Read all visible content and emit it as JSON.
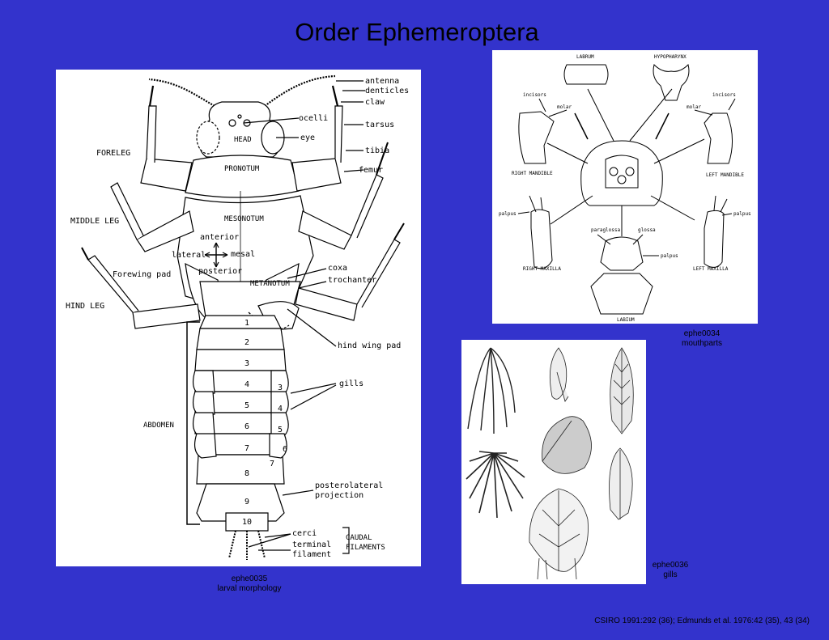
{
  "slide": {
    "title": "Order Ephemeroptera",
    "credit": "CSIRO 1991:292 (36); Edmunds et al. 1976:42 (35), 43 (34)",
    "background_color": "#3333cc"
  },
  "figures": {
    "larva": {
      "caption_id": "ephe0035",
      "caption_text": "larval morphology",
      "labels": {
        "antenna": "antenna",
        "denticles": "denticles",
        "claw": "claw",
        "ocelli": "ocelli",
        "eye": "eye",
        "tarsus": "tarsus",
        "tibia": "tibia",
        "femur": "femur",
        "foreleg": "FORELEG",
        "head": "HEAD",
        "pronotum": "PRONOTUM",
        "middle_leg": "MIDDLE LEG",
        "mesonotum": "MESONOTUM",
        "anterior": "anterior",
        "lateral": "lateral",
        "mesal": "mesal",
        "posterior": "posterior",
        "forewing_pad": "Forewing pad",
        "metanotum": "METANOTUM",
        "coxa": "coxa",
        "trochanter": "trochanter",
        "hind_leg": "HIND LEG",
        "hind_wing_pad": "hind wing pad",
        "gills": "gills",
        "abdomen": "ABDOMEN",
        "posterolateral_1": "posterolateral",
        "posterolateral_2": "projection",
        "cerci": "cerci",
        "terminal_1": "terminal",
        "terminal_2": "filament",
        "caudal_1": "CAUDAL",
        "caudal_2": "FILAMENTS"
      },
      "segments": [
        "1",
        "2",
        "3",
        "4",
        "5",
        "6",
        "7",
        "8",
        "9",
        "10"
      ],
      "gill_numbers": [
        "3",
        "4",
        "5",
        "6",
        "7"
      ]
    },
    "mouthparts": {
      "caption_id": "ephe0034",
      "caption_text": "mouthparts",
      "labels": {
        "labrum": "LABRUM",
        "hypopharynx": "HYPOPHARYNX",
        "incisors_left": "incisors",
        "incisors_right": "incisors",
        "molar_left": "molar",
        "molar_right": "molar",
        "right_mandible": "RIGHT MANDIBLE",
        "left_mandible": "LEFT MANDIBLE",
        "palpus_left": "palpus",
        "palpus_right": "palpus",
        "paraglossa": "paraglossa",
        "glossa": "glossa",
        "palpus_labium": "palpus",
        "right_maxilla": "RIGHT MAXILLA",
        "left_maxilla": "LEFT MAXILLA",
        "labium": "LABIUM"
      }
    },
    "gills": {
      "caption_id": "ephe0036",
      "caption_text": "gills"
    }
  }
}
